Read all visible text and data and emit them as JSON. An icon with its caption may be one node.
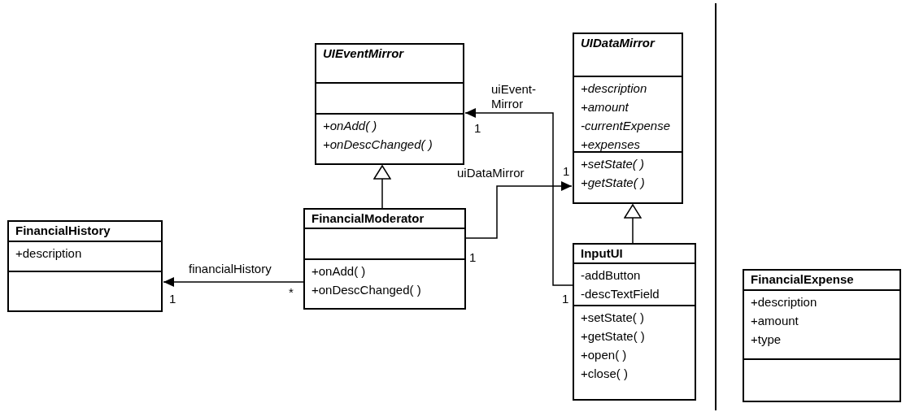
{
  "diagram": {
    "nodes": [
      {
        "text": [
          "FinancialHistory"
        ]
      },
      {
        "text": [
          "+description"
        ],
        "in": 0
      },
      {
        "text": [],
        "shape": "box",
        "in": 0
      },
      {
        "text": [
          "UIEventMirror"
        ]
      },
      {
        "text": [],
        "shape": "box",
        "in": 3
      },
      {
        "text": [
          "+onAdd( )",
          "+onDescChanged( )"
        ],
        "in": 3
      },
      {
        "text": [
          "FinancialModerator"
        ]
      },
      {
        "text": [],
        "shape": "box",
        "in": 6
      },
      {
        "text": [
          "+onAdd( )",
          "+onDescChanged( )"
        ],
        "in": 6
      },
      {
        "text": [
          "UIDataMirror"
        ]
      },
      {
        "text": [
          "+description",
          "+amount",
          "-currentExpense",
          "+expenses"
        ],
        "in": 9
      },
      {
        "text": [
          "+setState( )",
          "+getState( )"
        ],
        "in": 9
      },
      {
        "text": [
          "InputUI"
        ]
      },
      {
        "text": [
          "-addButton",
          "-descTextField"
        ],
        "in": 12
      },
      {
        "text": [
          "+setState( )",
          "+getState( )",
          "+open( )",
          "+close( )"
        ],
        "in": 12
      },
      {
        "text": [
          "FinancialExpense"
        ]
      },
      {
        "text": [
          "+description",
          "+amount",
          "+type"
        ],
        "in": 15
      },
      {
        "text": [],
        "shape": "box",
        "in": 15
      }
    ],
    "edges": [
      {
        "from": 6,
        "to": 3,
        "arrow": "to"
      },
      {
        "from": 6,
        "to": 0,
        "arrow": "to",
        "label": "financialHistory"
      },
      {
        "from": 6,
        "to": 9,
        "arrow": "to",
        "label": "uiDataMirror"
      },
      {
        "from": 12,
        "to": 3,
        "arrow": "to",
        "label": "uiEvent-Mirror"
      },
      {
        "from": 12,
        "to": 9,
        "arrow": "to"
      }
    ],
    "labels": [
      "1",
      "1",
      "1",
      "*",
      "1",
      "1"
    ]
  }
}
